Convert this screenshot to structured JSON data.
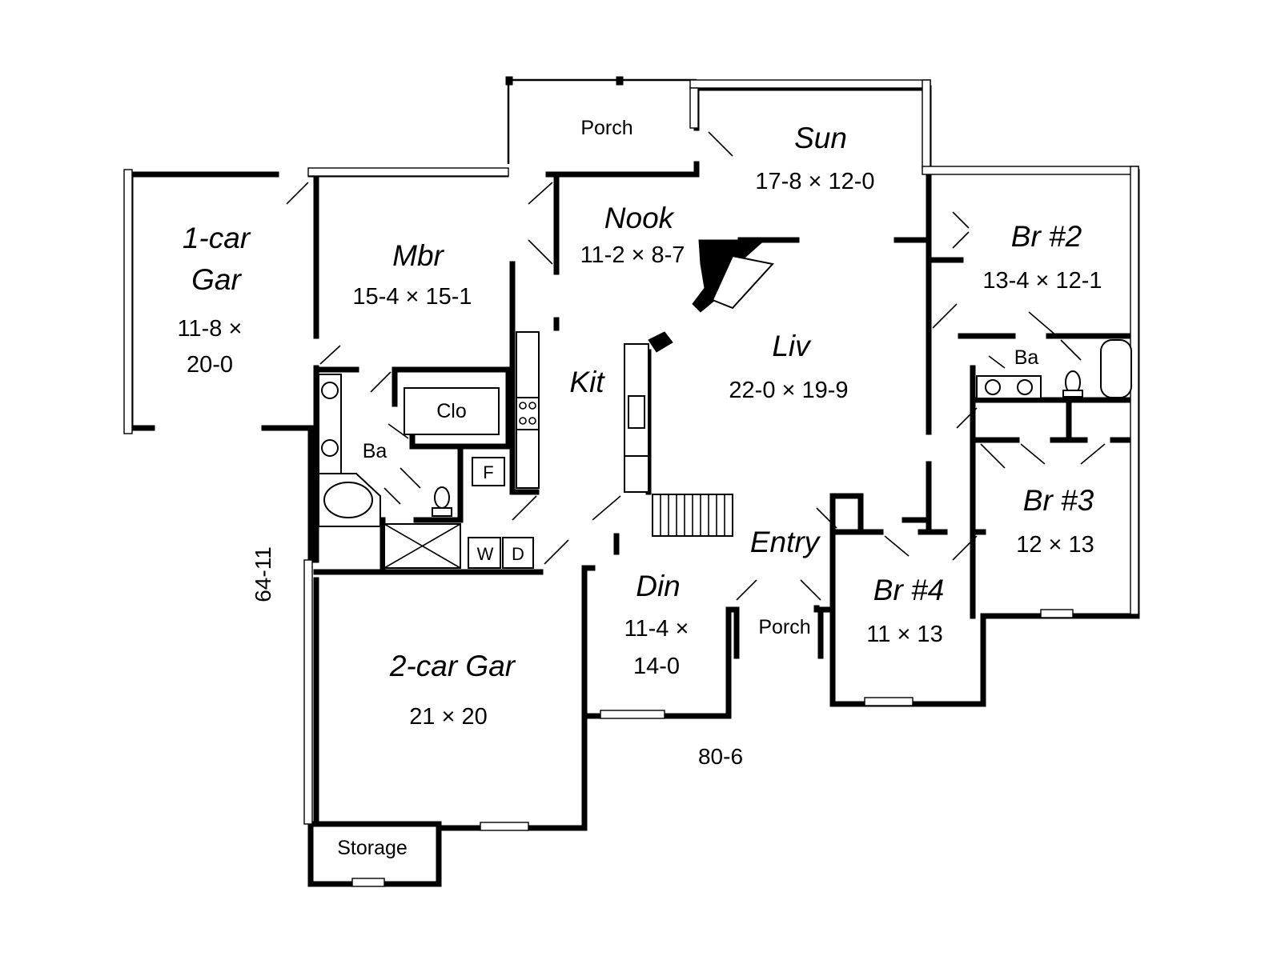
{
  "rooms": {
    "porch_top": {
      "name": "Porch"
    },
    "sun": {
      "name": "Sun",
      "dims": "17-8 × 12-0"
    },
    "nook": {
      "name": "Nook",
      "dims": "11-2 × 8-7"
    },
    "garage_1": {
      "name_line1": "1-car",
      "name_line2": "Gar",
      "dims_line1": "11-8 ×",
      "dims_line2": "20-0"
    },
    "mbr": {
      "name": "Mbr",
      "dims": "15-4 × 15-1"
    },
    "br2": {
      "name": "Br #2",
      "dims": "13-4 × 12-1"
    },
    "liv": {
      "name": "Liv",
      "dims": "22-0 × 19-9"
    },
    "kit": {
      "name": "Kit"
    },
    "clo": {
      "name": "Clo"
    },
    "ba_master": {
      "name": "Ba"
    },
    "ba_hall": {
      "name": "Ba"
    },
    "f": {
      "name": "F"
    },
    "w": {
      "name": "W"
    },
    "d": {
      "name": "D"
    },
    "br3": {
      "name": "Br #3",
      "dims": "12 × 13"
    },
    "entry": {
      "name": "Entry"
    },
    "din": {
      "name": "Din",
      "dims_line1": "11-4 ×",
      "dims_line2": "14-0"
    },
    "porch_front": {
      "name": "Porch"
    },
    "br4": {
      "name": "Br #4",
      "dims": "11 × 13"
    },
    "garage_2": {
      "name": "2-car Gar",
      "dims": "21 × 20"
    },
    "storage": {
      "name": "Storage"
    }
  },
  "overall": {
    "width": "80-6",
    "depth": "64-11"
  }
}
